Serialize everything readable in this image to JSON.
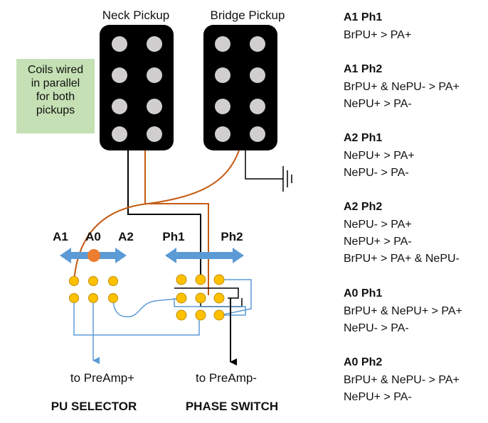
{
  "pickups": {
    "neck_label": "Neck Pickup",
    "bridge_label": "Bridge Pickup"
  },
  "note": {
    "lines": [
      "Coils wired",
      "in parallel",
      "for both",
      "pickups"
    ]
  },
  "selector": {
    "positions": [
      "A1",
      "A0",
      "A2"
    ],
    "output_label": "to PreAmp+",
    "title": "PU SELECTOR"
  },
  "phase": {
    "positions": [
      "Ph1",
      "Ph2"
    ],
    "output_label": "to PreAmp-",
    "title": "PHASE SWITCH"
  },
  "legend": [
    {
      "title": "A1 Ph1",
      "lines": [
        "BrPU+ > PA+"
      ]
    },
    {
      "title": "A1 Ph2",
      "lines": [
        "BrPU+ & NePU- > PA+",
        "NePU+ > PA-"
      ]
    },
    {
      "title": "A2 Ph1",
      "lines": [
        "NePU+ > PA+",
        "NePU- > PA-"
      ]
    },
    {
      "title": "A2 Ph2",
      "lines": [
        "NePU- > PA+",
        "NePU+ > PA-",
        "BrPU+ > PA+ & NePU-"
      ]
    },
    {
      "title": "A0 Ph1",
      "lines": [
        "BrPU+ & NePU+ > PA+",
        "NePU- > PA-"
      ]
    },
    {
      "title": "A0 Ph2",
      "lines": [
        "BrPU+ & NePU- > PA+",
        "NePU+ > PA-"
      ]
    }
  ],
  "colors": {
    "pickup_body": "#000000",
    "pole": "#d0cece",
    "wire_black": "#000000",
    "wire_orange": "#c55a11",
    "wire_blue": "#5b9bd5",
    "arrow_blue": "#5b9bd5",
    "lug_yellow": "#ffc000",
    "selector_knob": "#ed7d31",
    "note_bg": "#c5e0b4"
  }
}
